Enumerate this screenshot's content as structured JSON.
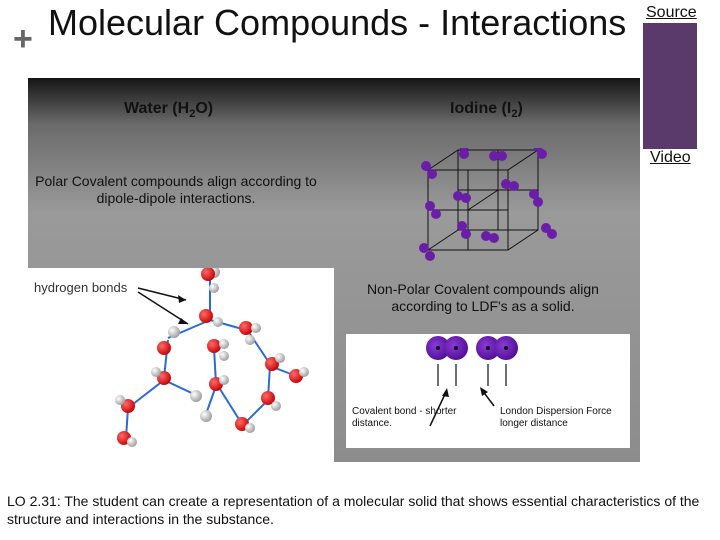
{
  "header": {
    "title": "Molecular Compounds - Interactions",
    "plus_glyph": "+",
    "source_link": "Source",
    "video_link": "Video",
    "accent_color": "#5a3a6a"
  },
  "water": {
    "label_prefix": "Water (H",
    "label_sub": "2",
    "label_suffix": "O)",
    "caption": "Polar Covalent compounds align according to dipole-dipole interactions.",
    "diagram_label": "hydrogen bonds"
  },
  "iodine": {
    "label_prefix": "Iodine (I",
    "label_sub": "2",
    "label_suffix": ")",
    "caption": "Non-Polar Covalent compounds align according to LDF's as a solid.",
    "covalent_label": "Covalent bond - shorter distance.",
    "ldf_label": "London Dispersion Force longer distance"
  },
  "footer": {
    "text": "LO 2.31: The student can create a representation of a molecular solid that shows essential characteristics of the structure and interactions in the substance."
  }
}
